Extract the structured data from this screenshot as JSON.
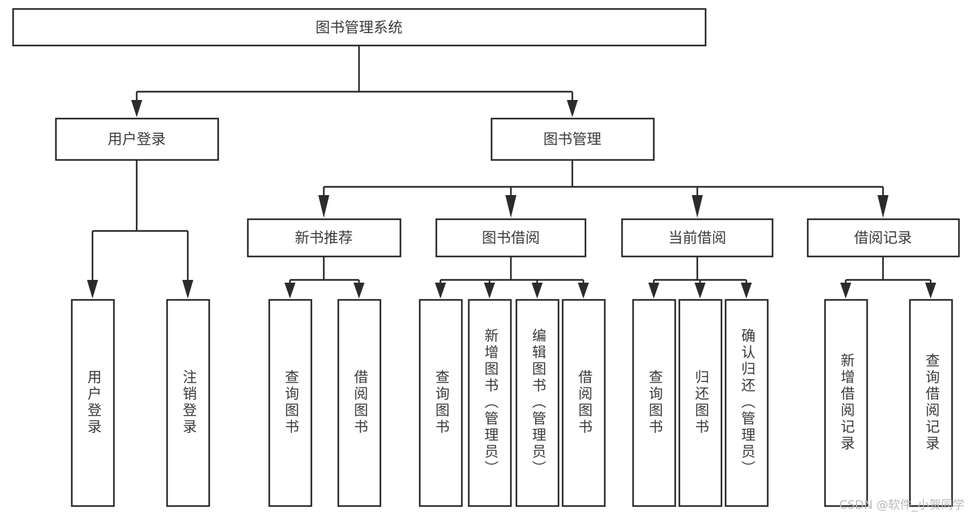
{
  "diagram": {
    "type": "tree-hierarchy",
    "orientation": "top-down",
    "background_color": "#ffffff",
    "box_border_color": "#2b2b2b",
    "text_color": "#3a3a3a",
    "connector_color": "#2b2b2b",
    "root": {
      "label": "图书管理系统"
    },
    "level2": [
      {
        "label": "用户登录"
      },
      {
        "label": "图书管理"
      }
    ],
    "level3": [
      {
        "label": "新书推荐"
      },
      {
        "label": "图书借阅"
      },
      {
        "label": "当前借阅"
      },
      {
        "label": "借阅记录"
      }
    ],
    "leaves": {
      "user_login": [
        {
          "label": "用户登录"
        },
        {
          "label": "注销登录"
        }
      ],
      "new_book_recommend": [
        {
          "label": "查询图书"
        },
        {
          "label": "借阅图书"
        }
      ],
      "book_borrow": [
        {
          "label": "查询图书"
        },
        {
          "label": "新增图书（管理员）"
        },
        {
          "label": "编辑图书（管理员）"
        },
        {
          "label": "借阅图书"
        }
      ],
      "current_borrow": [
        {
          "label": "查询图书"
        },
        {
          "label": "归还图书"
        },
        {
          "label": "确认归还（管理员）"
        }
      ],
      "borrow_record": [
        {
          "label": "新增借阅记录"
        },
        {
          "label": "查询借阅记录"
        }
      ]
    }
  },
  "watermark": {
    "text": "CSDN @软件_小贺同学",
    "color": "#b9b9b9"
  }
}
